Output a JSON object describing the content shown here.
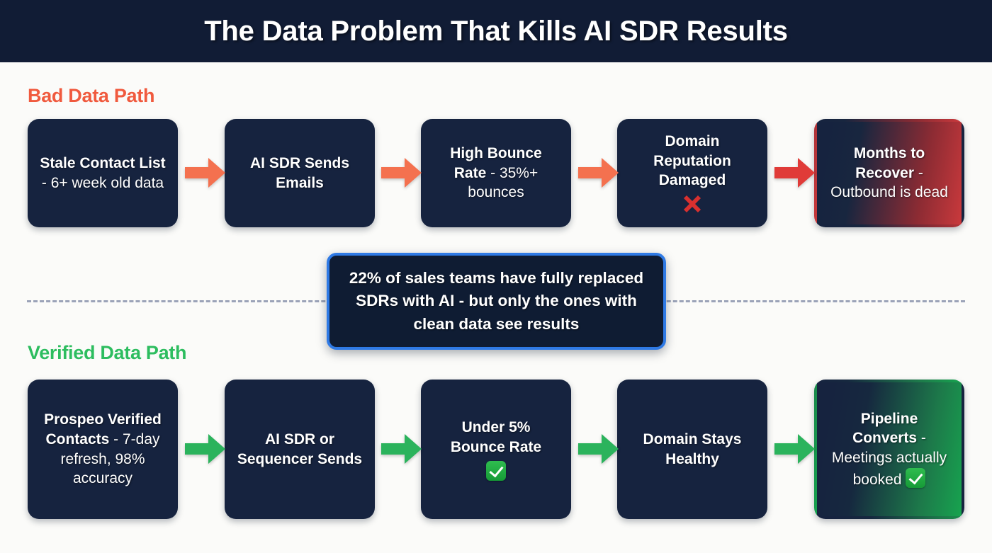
{
  "header": {
    "title": "The Data Problem That Kills AI SDR Results"
  },
  "colors": {
    "header_bg": "#111c35",
    "page_bg": "#fbfbf9",
    "box_bg": "#16233f",
    "bad_accent": "#f05a3e",
    "bad_accent_strong": "#e0413d",
    "good_accent": "#2dbd5f",
    "callout_accent": "#2f7ae5",
    "divider": "#8b94ad"
  },
  "bad_path": {
    "label": "Bad Data Path",
    "steps": [
      {
        "bold": "Stale Contact List",
        "rest": " - 6+ week old data",
        "glyph": ""
      },
      {
        "bold": "AI SDR Sends Emails",
        "rest": "",
        "glyph": ""
      },
      {
        "bold": "High Bounce Rate",
        "rest": " - 35%+ bounces",
        "glyph": ""
      },
      {
        "bold": "Domain Reputation Damaged",
        "rest": "",
        "glyph": "cross-mark-icon"
      },
      {
        "bold": "Months to Recover",
        "rest": " - Outbound is dead",
        "glyph": ""
      }
    ],
    "arrow_labels": [
      "arrow-right",
      "arrow-right",
      "arrow-right",
      "arrow-right"
    ]
  },
  "callout": {
    "text": "22% of sales teams have fully replaced SDRs with AI - but only the ones with clean data see results",
    "stat": "22%"
  },
  "good_path": {
    "label": "Verified Data Path",
    "steps": [
      {
        "bold": "Prospeo Verified Contacts",
        "rest": " - 7-day refresh, 98% accuracy",
        "glyph": ""
      },
      {
        "bold": "AI SDR or Sequencer Sends",
        "rest": "",
        "glyph": ""
      },
      {
        "bold": "Under 5% Bounce Rate",
        "rest": "",
        "glyph": "check-mark-button-icon"
      },
      {
        "bold": "Domain Stays Healthy",
        "rest": "",
        "glyph": ""
      },
      {
        "bold": "Pipeline Converts",
        "rest": " - Meetings actually booked ",
        "glyph": "check-mark-button-icon"
      }
    ],
    "arrow_labels": [
      "arrow-right",
      "arrow-right",
      "arrow-right",
      "arrow-right"
    ]
  }
}
